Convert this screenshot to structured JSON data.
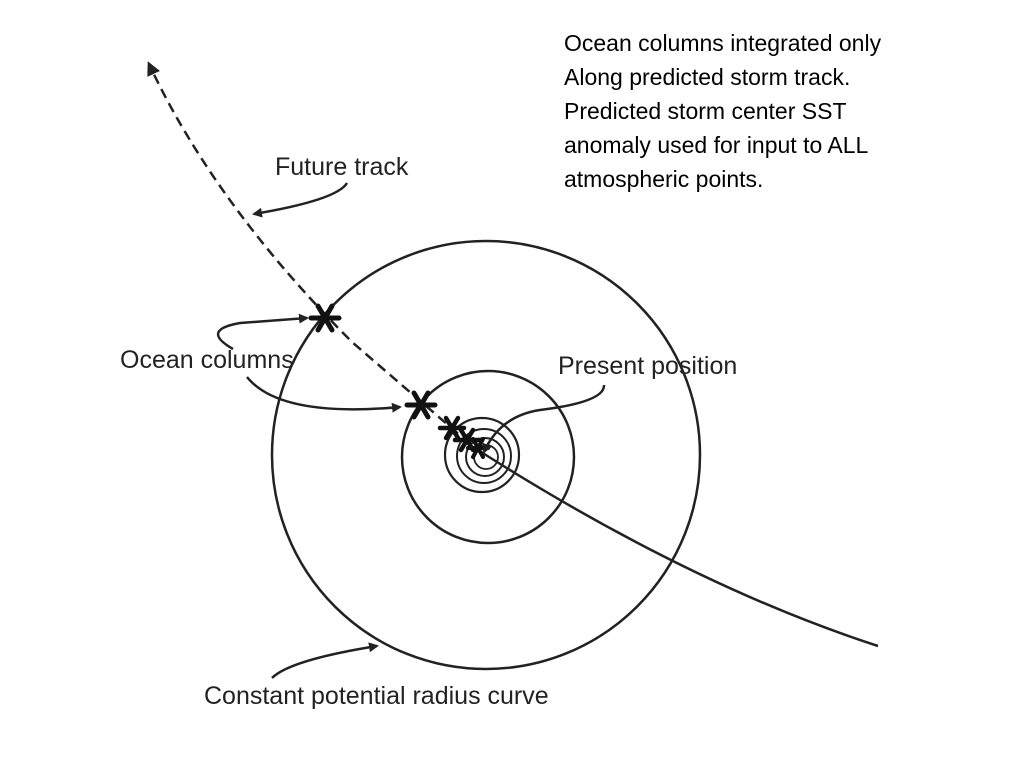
{
  "note": {
    "lines": [
      "Ocean columns integrated only",
      "Along predicted storm track.",
      "Predicted storm center SST",
      "anomaly used for input to ALL",
      "atmospheric points."
    ]
  },
  "labels": {
    "future_track": "Future track",
    "ocean_columns": "Ocean columns",
    "present_position": "Present position",
    "constant_potential_radius_curve": "Constant potential radius curve"
  },
  "colors": {
    "ink": "#222222",
    "background": "#ffffff"
  }
}
